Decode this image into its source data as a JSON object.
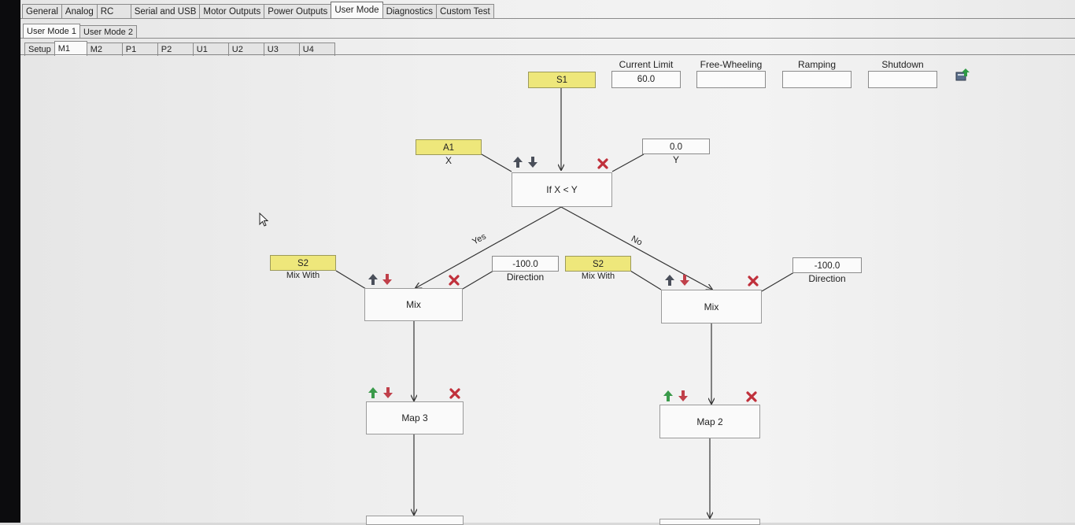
{
  "main_tabs": [
    "General",
    "Analog",
    "RC",
    "Serial and USB",
    "Motor Outputs",
    "Power Outputs",
    "User Mode",
    "Diagnostics",
    "Custom Test"
  ],
  "mode_tabs": [
    "User Mode 1",
    "User Mode 2"
  ],
  "script_tabs": [
    "Setup",
    "M1",
    "M2",
    "P1",
    "P2",
    "U1",
    "U2",
    "U3",
    "U4"
  ],
  "options": {
    "current_limit_label": "Current Limit",
    "current_limit_value": "60.0",
    "free_wheeling_label": "Free-Wheeling",
    "free_wheeling_value": "",
    "ramping_label": "Ramping",
    "ramping_value": "",
    "shutdown_label": "Shutdown",
    "shutdown_value": ""
  },
  "input_s1": "S1",
  "if_block": {
    "x_input": "A1",
    "x_label": "X",
    "y_value": "0.0",
    "y_label": "Y",
    "title": "If X < Y",
    "yes_label": "Yes",
    "no_label": "No"
  },
  "mix_left": {
    "input": "S2",
    "input_label": "Mix With",
    "direction_value": "-100.0",
    "direction_label": "Direction",
    "title": "Mix"
  },
  "mix_right": {
    "input": "S2",
    "input_label": "Mix With",
    "direction_value": "-100.0",
    "direction_label": "Direction",
    "title": "Mix"
  },
  "map_left": {
    "title": "Map 3"
  },
  "map_right": {
    "title": "Map 2"
  },
  "colors": {
    "highlight": "#eee77b",
    "delete": "#c0303b",
    "up_green": "#3a9a4a",
    "down_red": "#c0404a",
    "arrow_dark": "#4a4f5a"
  }
}
